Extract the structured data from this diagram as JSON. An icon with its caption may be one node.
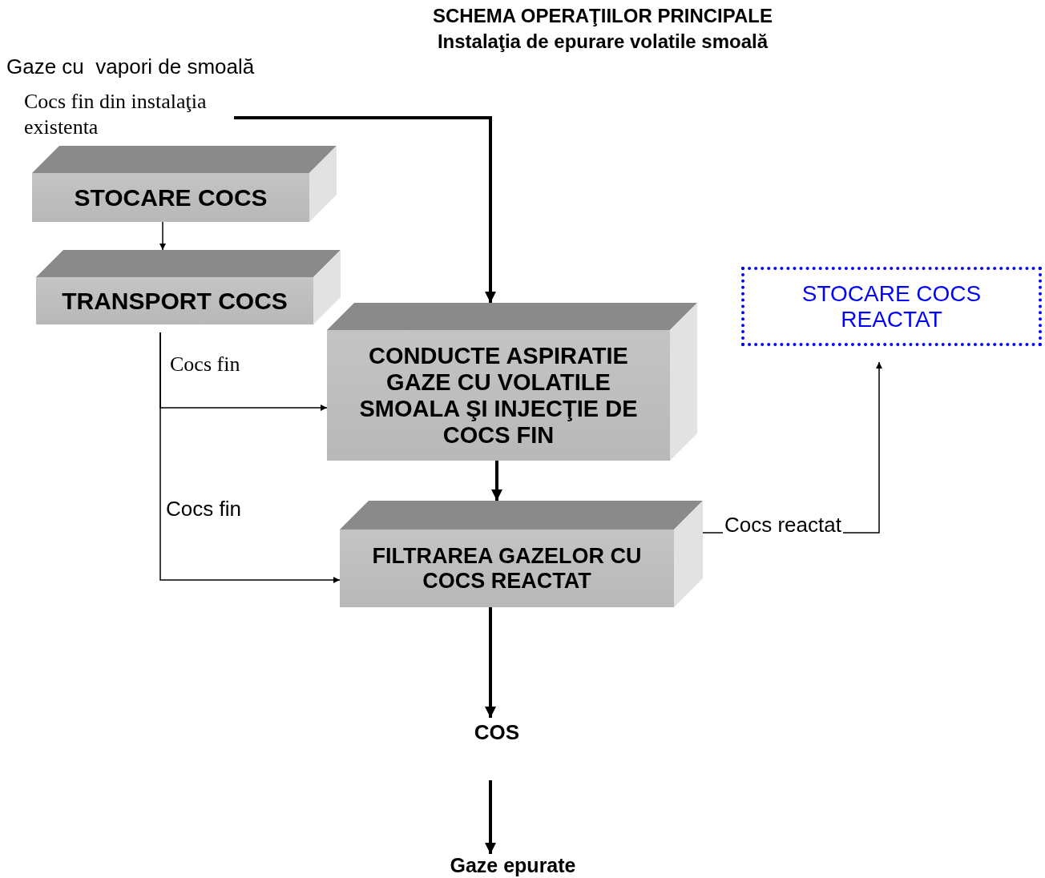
{
  "diagram": {
    "title": "SCHEMA OPERAŢIILOR PRINCIPALE",
    "nodes": [
      {
        "text": [
          "Cocs fin din instalaţia existenta"
        ]
      },
      {
        "text": [
          "STOCARE COCS"
        ]
      },
      {
        "text": [
          "TRANSPORT COCS"
        ]
      },
      {
        "text": [
          "CONDUCTE ASPIRATIE GAZE CU VOLATILE SMOALA ŞI INJECŢIE DE COCS FIN"
        ]
      },
      {
        "text": [
          "FILTRAREA GAZELOR CU COCS REACTAT"
        ]
      },
      {
        "text": [
          "STOCARE COCS REACTAT"
        ]
      },
      {
        "text": [
          "COS"
        ]
      },
      {
        "text": [
          "Gaze epurate"
        ]
      }
    ],
    "edges": [
      {
        "from": 0,
        "to": 3,
        "arrow": "to",
        "style": "thick"
      },
      {
        "from": 1,
        "to": 2,
        "arrow": "to"
      },
      {
        "from": 2,
        "to": 3,
        "arrow": "to",
        "label": "Cocs fin"
      },
      {
        "from": 2,
        "to": 4,
        "arrow": "to",
        "label": "Cocs fin"
      },
      {
        "from": 3,
        "to": 4,
        "arrow": "to",
        "style": "thick"
      },
      {
        "from": 4,
        "to": 6,
        "arrow": "to",
        "style": "thick"
      },
      {
        "from": 6,
        "to": 7,
        "arrow": "to",
        "style": "thick"
      },
      {
        "from": 4,
        "to": 5,
        "arrow": "to",
        "label": "Cocs reactat"
      }
    ],
    "labels": [
      "Instalaţia de epurare volatile smoală",
      "Gaze cu  vapori de smoală"
    ]
  }
}
